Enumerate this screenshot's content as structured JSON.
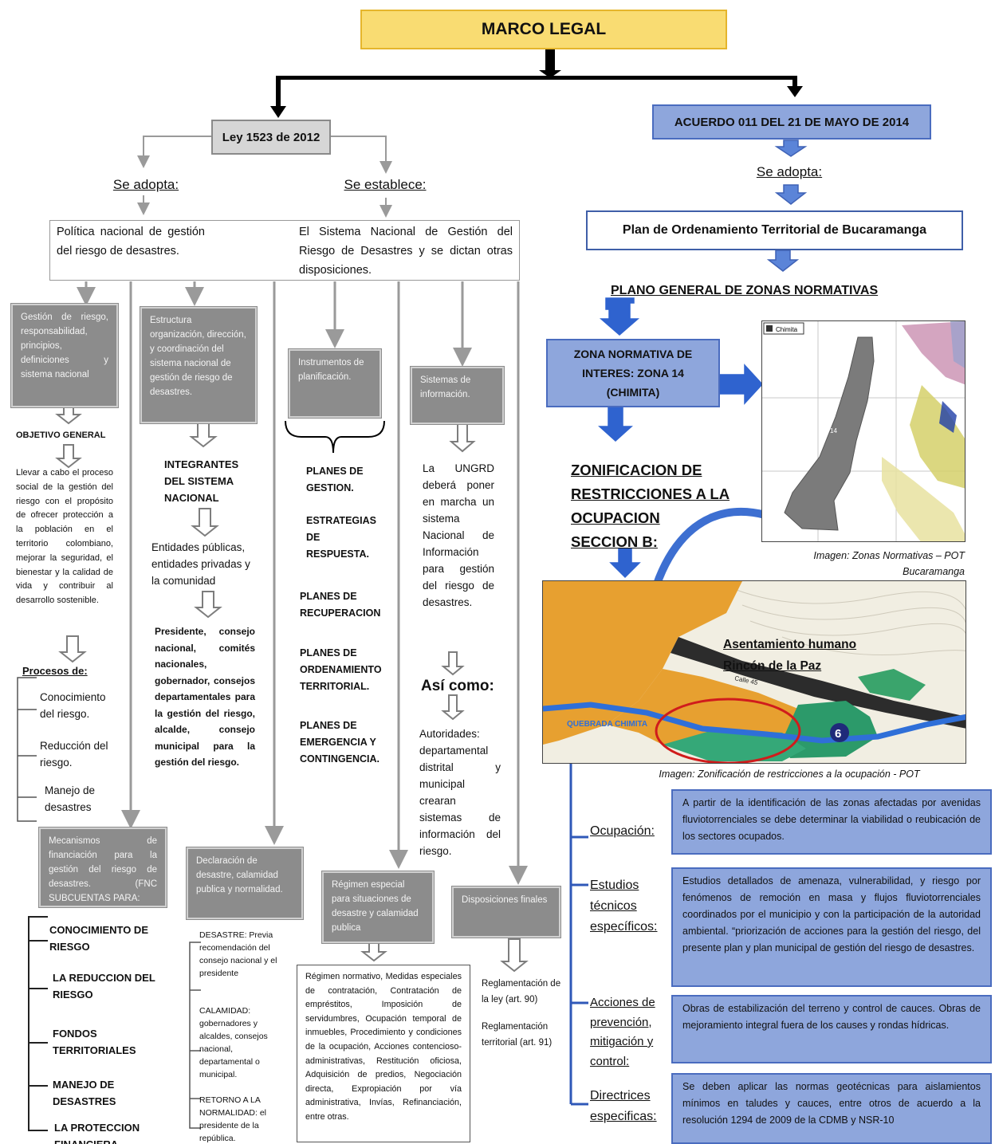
{
  "title": "MARCO LEGAL",
  "left": {
    "law": "Ley 1523 de 2012",
    "adopts_label": "Se adopta:",
    "establishes_label": "Se establece:",
    "policy_text": "Política nacional de gestión del riesgo de desastres.",
    "system_text": "El Sistema Nacional de Gestión del Riesgo de Desastres y se dictan otras disposiciones.",
    "col1_box": "Gestión de riesgo, responsabilidad, principios, definiciones y sistema nacional",
    "col1_objective_title": "OBJETIVO GENERAL",
    "col1_objective": "Llevar a cabo el proceso social de la gestión del riesgo con el propósito de ofrecer protección a la población en el territorio colombiano, mejorar la seguridad, el bienestar y la calidad de vida y contribuir al desarrollo sostenible.",
    "processes_title": "Procesos de:",
    "processes": [
      "Conocimiento del riesgo.",
      "Reducción del riesgo.",
      "Manejo de desastres"
    ],
    "col2_box": "Estructura organización, dirección, y coordinación del sistema nacional de gestión de riesgo de desastres.",
    "col2_title": "INTEGRANTES DEL SISTEMA NACIONAL",
    "col2_entities": "Entidades públicas, entidades privadas y la comunidad",
    "col2_members": "Presidente, consejo nacional, comités nacionales, gobernador, consejos departamentales para la gestión del riesgo, alcalde, consejo municipal para la gestión del riesgo.",
    "col3_box": "Instrumentos de planificación.",
    "col3_items": [
      "PLANES DE GESTION.",
      "ESTRATEGIAS DE RESPUESTA.",
      "PLANES DE RECUPERACION",
      "PLANES DE ORDENAMIENTO TERRITORIAL.",
      "PLANES DE EMERGENCIA Y CONTINGENCIA."
    ],
    "col4_box": "Sistemas de información.",
    "col4_text": "La UNGRD deberá poner en marcha un sistema Nacional de Información para gestión del riesgo de desastres.",
    "col4_also": "Así como:",
    "col4_text2": "Autoridades: departamental distrital y municipal crearan sistemas de información del riesgo.",
    "fin_box": "Mecanismos de financiación para la gestión del riesgo de desastres. (FNC SUBCUENTAS PARA:",
    "fin_items": [
      "CONOCIMIENTO DE RIESGO",
      "LA REDUCCION DEL RIESGO",
      "FONDOS TERRITORIALES",
      "MANEJO DE DESASTRES",
      "LA PROTECCION FINANCIERA"
    ],
    "decl_box": "Declaración de desastre, calamidad publica y normalidad.",
    "decl_items": [
      "DESASTRE: Previa recomendación del consejo nacional y el presidente",
      "CALAMIDAD: gobernadores y alcaldes, consejos nacional, departamental o municipal.",
      "RETORNO A LA NORMALIDAD: el presidente de la república."
    ],
    "regime_box": "Régimen especial para situaciones de desastre y calamidad publica",
    "regime_text": "Régimen normativo, Medidas especiales de contratación, Contratación de empréstitos, Imposición de servidumbres, Ocupación temporal de inmuebles, Procedimiento y condiciones de la ocupación, Acciones contencioso-administrativas, Restitución oficiosa, Adquisición de predios, Negociación directa, Expropiación por vía administrativa, Invías, Refinanciación, entre otras.",
    "final_box": "Disposiciones finales",
    "final_items": [
      "Reglamentación de la ley (art. 90)",
      "Reglamentación territorial (art. 91)"
    ]
  },
  "right": {
    "agreement": "ACUERDO 011 DEL 21 DE MAYO DE 2014",
    "adopts_label": "Se adopta:",
    "pot": "Plan de Ordenamiento Territorial de Bucaramanga",
    "plano": "PLANO GENERAL DE ZONAS NORMATIVAS",
    "zone": "ZONA NORMATIVA DE INTERES: ZONA 14 (CHIMITA)",
    "zonification": "ZONIFICACION DE RESTRICCIONES A LA OCUPACION SECCION B:",
    "map1_legend": "Chimita",
    "map1_label": "14",
    "map1_caption": "Imagen: Zonas Normativas – POT Bucaramanga",
    "map2_title": "Asentamiento humano Rincón de la Paz",
    "map2_street": "Calle 45",
    "map2_river": "QUEBRADA CHIMITA",
    "map2_zone": "6",
    "map2_caption": "Imagen: Zonificación de restricciones a la ocupación - POT",
    "rows": [
      {
        "label": "Ocupación:",
        "text": "A partir de la identificación de las zonas afectadas por avenidas fluviotorrenciales se debe determinar la viabilidad o reubicación de los sectores ocupados."
      },
      {
        "label": "Estudios técnicos específicos:",
        "text": "Estudios detallados de amenaza, vulnerabilidad, y riesgo por fenómenos de remoción en masa y flujos fluviotorrenciales coordinados por el municipio y con la participación de la autoridad ambiental. “priorización de acciones para la gestión del riesgo, del presente plan y plan municipal de gestión del riesgo de desastres."
      },
      {
        "label": "Acciones de prevención, mitigación y control:",
        "text": "Obras de estabilización del terreno y control de cauces. Obras de mejoramiento integral fuera de los causes y rondas hídricas."
      },
      {
        "label": "Directrices especificas:",
        "text": "Se deben aplicar las normas geotécnicas para aislamientos mínimos en taludes y cauces, entre otros de acuerdo a la resolución 1294 de 2009 de la CDMB y NSR-10"
      }
    ]
  },
  "colors": {
    "yellow": "#f9dc72",
    "blue": "#8ea6dc",
    "grey": "#8c8c8c",
    "arrow_blue": "#3d6fd1"
  }
}
